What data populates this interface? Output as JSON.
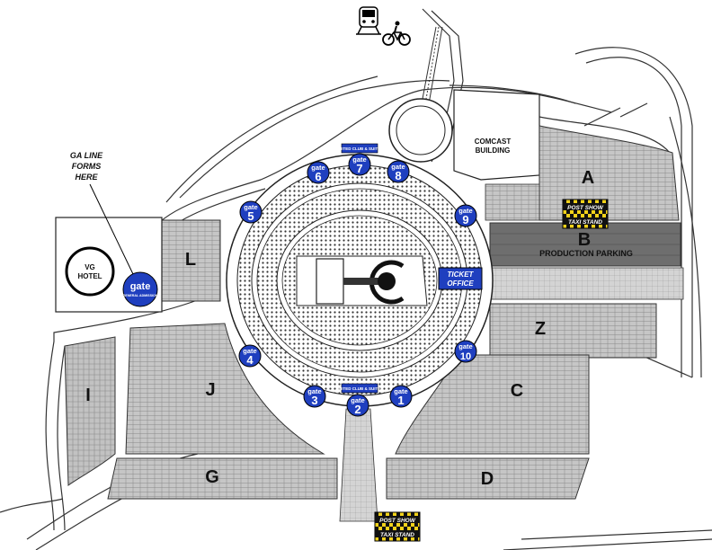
{
  "lots": [
    {
      "id": "A",
      "label": "A"
    },
    {
      "id": "B",
      "label": "B"
    },
    {
      "id": "C",
      "label": "C"
    },
    {
      "id": "D",
      "label": "D"
    },
    {
      "id": "G",
      "label": "G"
    },
    {
      "id": "I",
      "label": "I"
    },
    {
      "id": "J",
      "label": "J"
    },
    {
      "id": "L",
      "label": "L"
    },
    {
      "id": "Z",
      "label": "Z"
    }
  ],
  "gates": [
    {
      "word": "gate",
      "number": "1"
    },
    {
      "word": "gate",
      "number": "2"
    },
    {
      "word": "gate",
      "number": "3"
    },
    {
      "word": "gate",
      "number": "4"
    },
    {
      "word": "gate",
      "number": "5"
    },
    {
      "word": "gate",
      "number": "6"
    },
    {
      "word": "gate",
      "number": "7"
    },
    {
      "word": "gate",
      "number": "8"
    },
    {
      "word": "gate",
      "number": "9"
    },
    {
      "word": "gate",
      "number": "10"
    }
  ],
  "labels": {
    "production_parking": "PRODUCTION PARKING",
    "comcast_line1": "COMCAST",
    "comcast_line2": "BUILDING",
    "hotel_line1": "VG",
    "hotel_line2": "HOTEL",
    "ga_line1": "GA LINE",
    "ga_line2": "FORMS",
    "ga_line3": "HERE",
    "ticket_line1": "TICKET",
    "ticket_line2": "OFFICE",
    "ga_gate_word": "gate",
    "ga_gate_sub": "GENERAL ADMISSION",
    "united_club_top": "UNITED CLUB & SUITES",
    "united_club_bottom": "UNITED CLUB & SUITES"
  },
  "taxi_stands": [
    {
      "line1": "POST SHOW",
      "line2": "TAXI STAND"
    },
    {
      "line1": "POST SHOW",
      "line2": "TAXI STAND"
    }
  ],
  "icons": [
    "train-icon",
    "bicycle-icon"
  ],
  "colors": {
    "gate_blue": "#1f3fbf",
    "lot_gray": "#b9b9b9",
    "dark_lot": "#6e6e6e",
    "taxi_yellow": "#f2d21a"
  }
}
